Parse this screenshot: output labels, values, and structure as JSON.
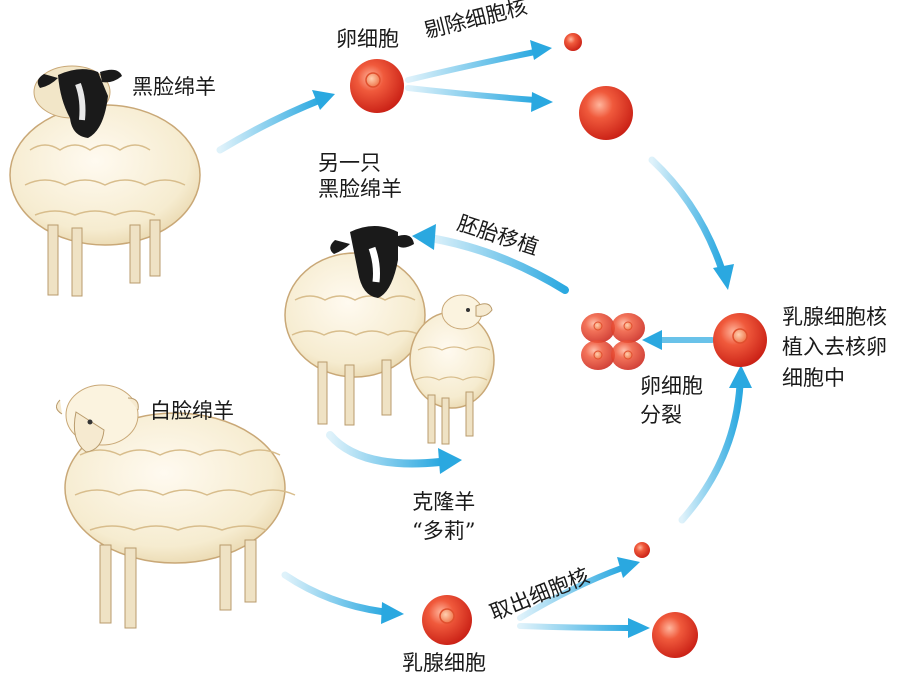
{
  "labels": {
    "black_face_sheep": "黑脸绵羊",
    "egg_cell": "卵细胞",
    "remove_nucleus": "剔除细胞核",
    "another_black_face_sheep_line1": "另一只",
    "another_black_face_sheep_line2": "黑脸绵羊",
    "embryo_transfer": "胚胎移植",
    "implant_line1": "乳腺细胞核",
    "implant_line2": "植入去核卵",
    "implant_line3": "细胞中",
    "egg_division_line1": "卵细胞",
    "egg_division_line2": "分裂",
    "white_face_sheep": "白脸绵羊",
    "clone_sheep_line1": "克隆羊",
    "clone_sheep_line2": "“多莉”",
    "extract_nucleus": "取出细胞核",
    "mammary_cell": "乳腺细胞"
  },
  "colors": {
    "arrow": "#2aa8e0",
    "cell": "#e8382a",
    "cell_highlight": "#ff9a80",
    "wool": "#f6ecd0",
    "wool_shade": "#c9a877",
    "black_face": "#1a1a1a"
  }
}
